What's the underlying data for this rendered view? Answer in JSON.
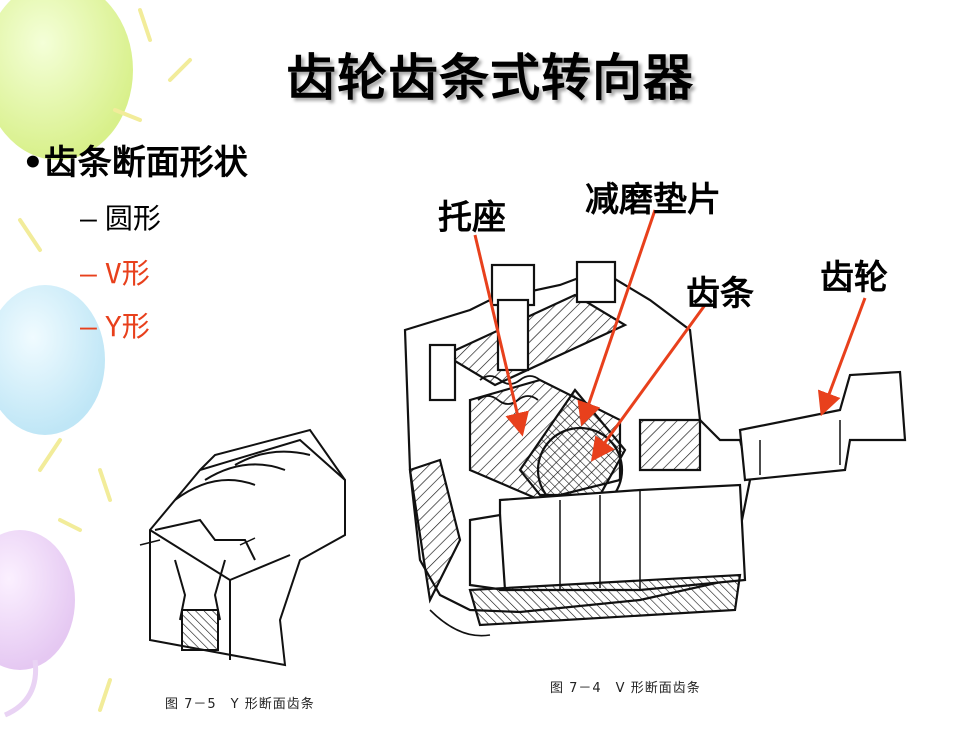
{
  "slide": {
    "title": "齿轮齿条式转向器",
    "bullet": "齿条断面形状",
    "sub_items": [
      {
        "dash": "–",
        "text": "圆形"
      },
      {
        "dash": "–",
        "text": "V形"
      },
      {
        "dash": "–",
        "text": "Y形"
      }
    ]
  },
  "labels": {
    "tuozuo": "托座",
    "jianmo": "减磨垫片",
    "chitiao": "齿条",
    "chilun": "齿轮"
  },
  "captions": {
    "left": "图 7－5　Y 形断面齿条",
    "right": "图 7－4　V 形断面齿条"
  },
  "colors": {
    "accent_text": "#e8401c",
    "arrow": "#e8401c"
  }
}
